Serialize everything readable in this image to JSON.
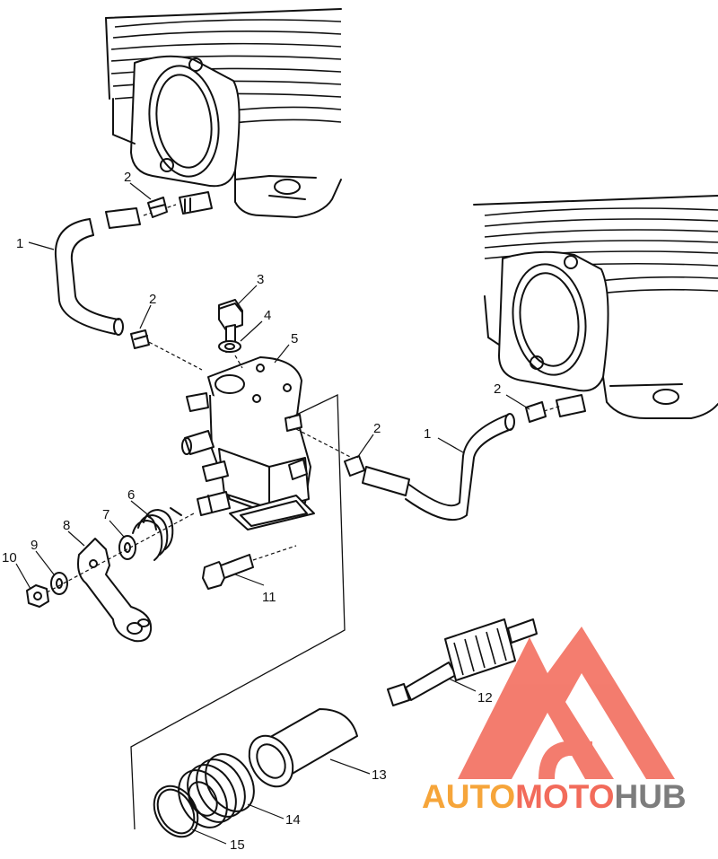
{
  "figure": {
    "callouts": [
      {
        "id": "c1a",
        "label": "1"
      },
      {
        "id": "c1b",
        "label": "1"
      },
      {
        "id": "c2a",
        "label": "2"
      },
      {
        "id": "c2b",
        "label": "2"
      },
      {
        "id": "c2c",
        "label": "2"
      },
      {
        "id": "c2d",
        "label": "2"
      },
      {
        "id": "c3",
        "label": "3"
      },
      {
        "id": "c4",
        "label": "4"
      },
      {
        "id": "c5",
        "label": "5"
      },
      {
        "id": "c6",
        "label": "6"
      },
      {
        "id": "c7",
        "label": "7"
      },
      {
        "id": "c8",
        "label": "8"
      },
      {
        "id": "c9",
        "label": "9"
      },
      {
        "id": "c10",
        "label": "10"
      },
      {
        "id": "c11",
        "label": "11"
      },
      {
        "id": "c12",
        "label": "12"
      },
      {
        "id": "c13",
        "label": "13"
      },
      {
        "id": "c14",
        "label": "14"
      },
      {
        "id": "c15",
        "label": "15"
      }
    ]
  },
  "watermark": {
    "part1": "AUTO",
    "part2": "MOTO",
    "part3": "HUB",
    "color_red": "#f26b5b",
    "color_orange": "#f6a53a",
    "color_gray": "#7d7d7d"
  }
}
